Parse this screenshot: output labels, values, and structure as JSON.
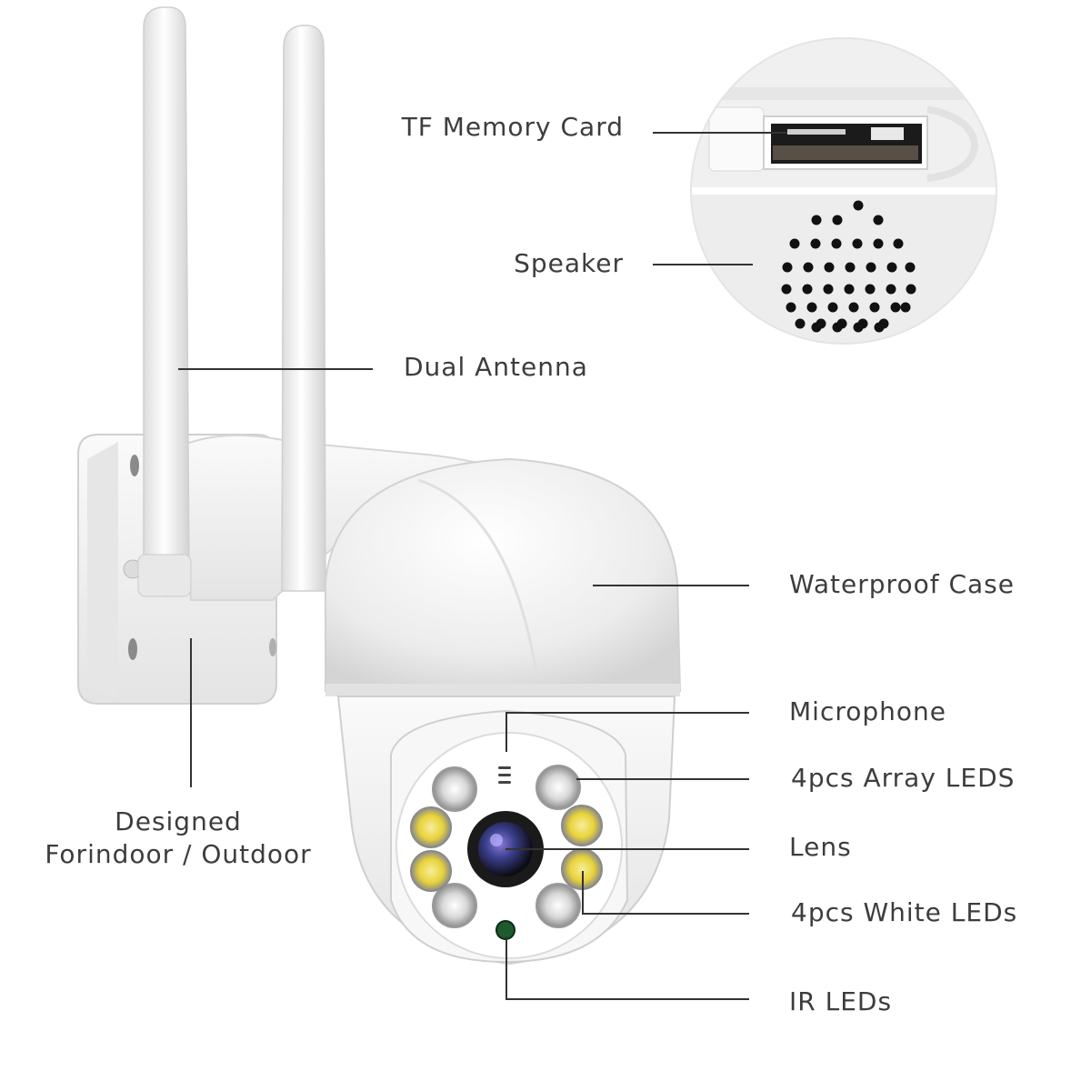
{
  "labels": {
    "tf_memory_card": "TF Memory Card",
    "speaker": "Speaker",
    "dual_antenna": "Dual Antenna",
    "waterproof_case": "Waterproof Case",
    "microphone": "Microphone",
    "array_leds": "4pcs Array LEDS",
    "lens": "Lens",
    "white_leds": "4pcs White LEDs",
    "ir_leds": "IR LEDs",
    "designed_line1": "Designed",
    "designed_line2": "Forindoor / Outdoor"
  },
  "colors": {
    "background": "#ffffff",
    "text": "#3d3d3d",
    "leader_line": "#333333",
    "housing": "#f2f2f2",
    "warm_led": "#e8d23a",
    "lens_glass": "#3a3f8c"
  }
}
